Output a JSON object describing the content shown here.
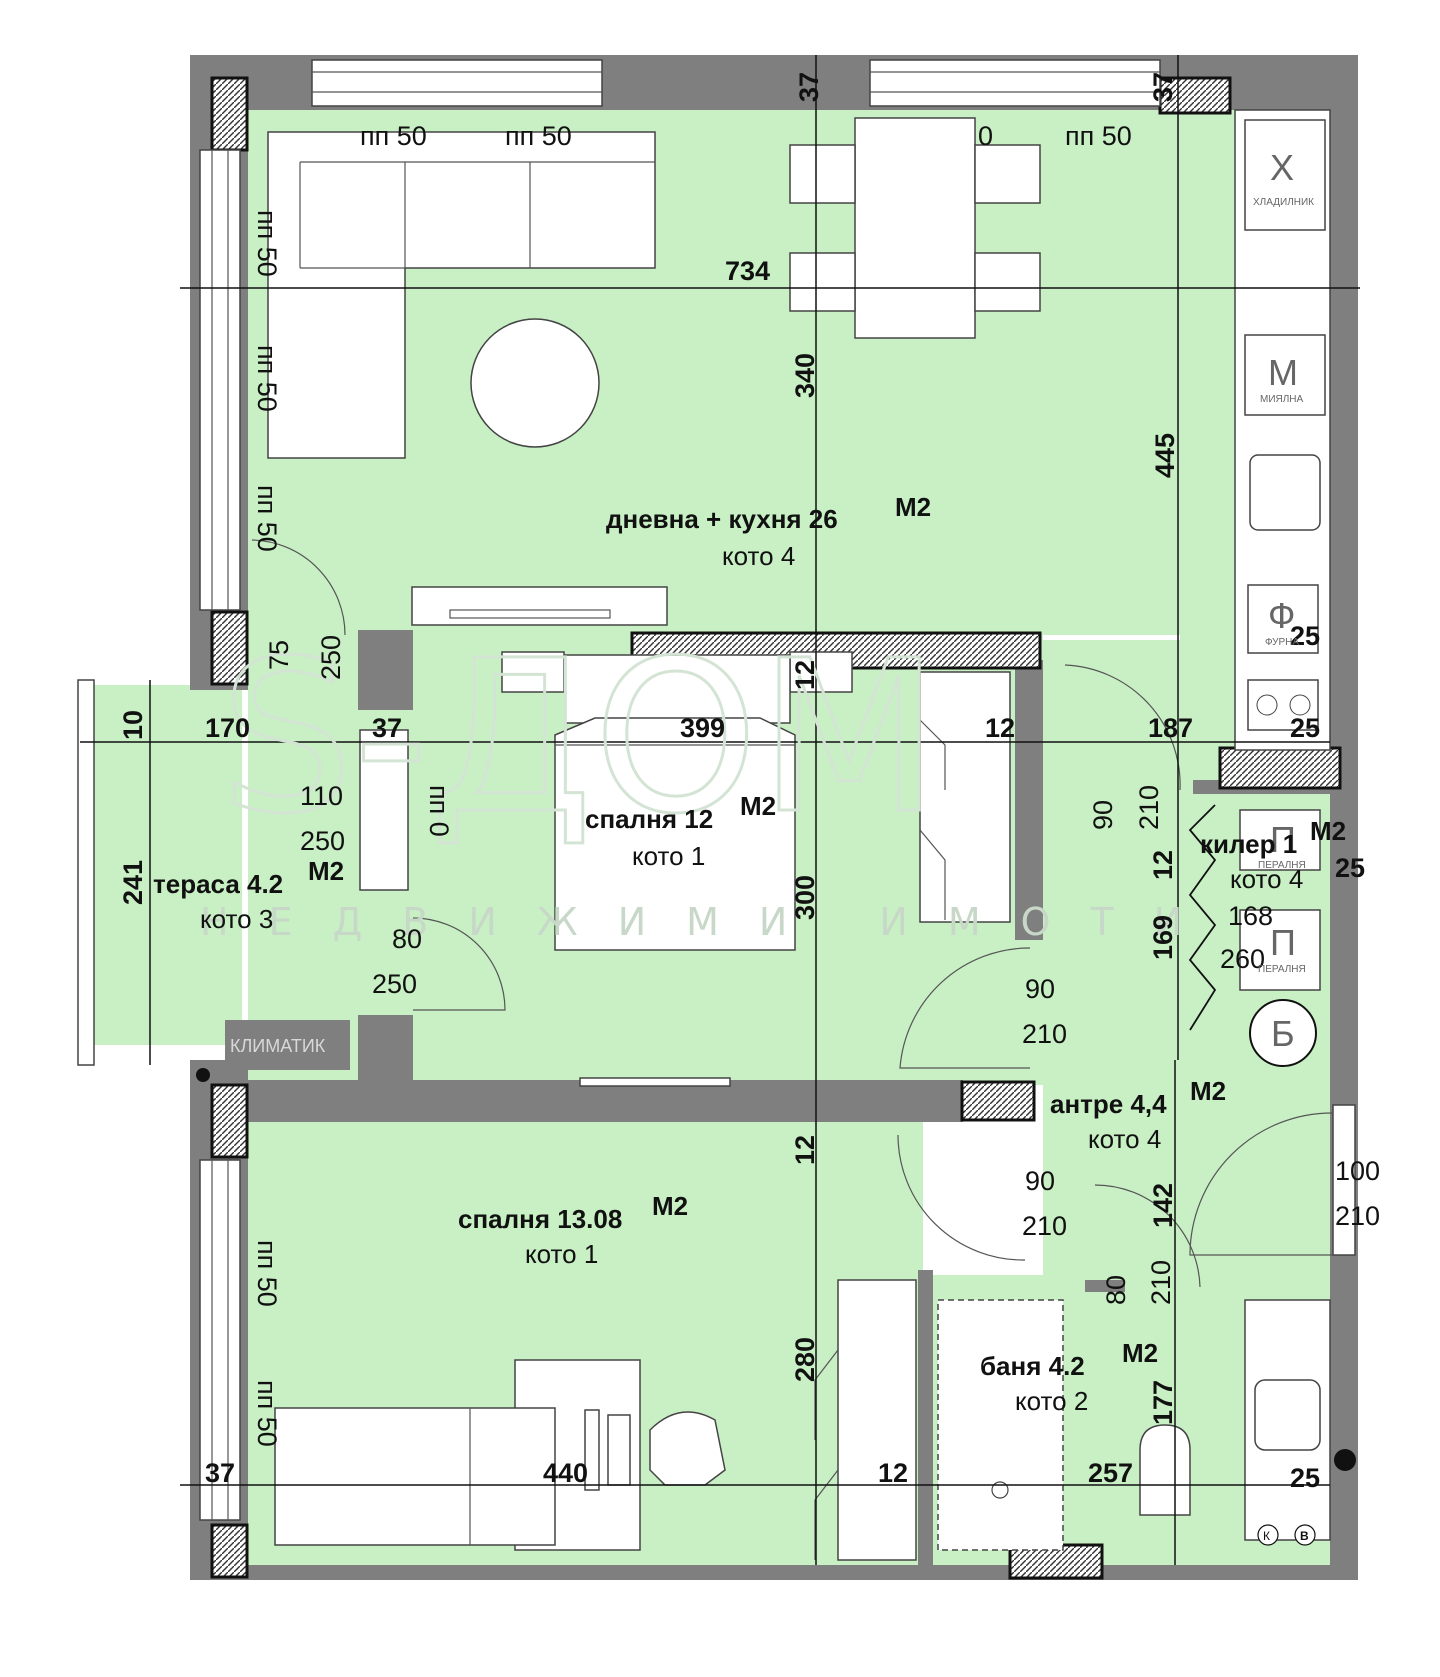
{
  "rooms": {
    "living": {
      "name": "дневна + кухня 26",
      "unit": "M2",
      "level": "кото 4"
    },
    "bedroom1": {
      "name": "спалня 12",
      "unit": "M2",
      "level": "кото 1"
    },
    "terrace": {
      "name": "тераса 4.2",
      "unit": "M2",
      "level": "кото 3"
    },
    "pantry": {
      "name": "килер 1",
      "unit": "M2",
      "level": "кото 4"
    },
    "hall": {
      "name": "антре 4,4",
      "unit": "M2",
      "level": "кото 4"
    },
    "bedroom2": {
      "name": "спалня 13.08",
      "unit": "M2",
      "level": "кото 1"
    },
    "bath": {
      "name": "баня 4.2",
      "unit": "M2",
      "level": "кото 2"
    }
  },
  "dimensions": {
    "top_wall_left": "37",
    "top_wall_right": "37",
    "living_width": "734",
    "living_depth": "340",
    "kitchen_depth": "445",
    "wall_mid_top": "12",
    "wall_25_a": "25",
    "wall_25_b": "25",
    "wall_25_c": "25",
    "wall_25_d": "25",
    "terrace_wall": "10",
    "terrace_width": "170",
    "wall_37_mid": "37",
    "bedroom1_width": "399",
    "wall_12_mid": "12",
    "hall_width": "187",
    "terrace_depth": "241",
    "bedroom1_depth": "300",
    "pantry_wall": "12",
    "pantry_depth": "169",
    "wall_12_lower": "12",
    "hall_depth": "142",
    "bedroom2_depth": "280",
    "bath_depth": "177",
    "wall_37_bottom": "37",
    "bedroom2_width": "440",
    "wall_12_bottom": "12",
    "bath_width": "257"
  },
  "openings": {
    "window_top_1": "пп 50",
    "window_top_2": "пп 50",
    "window_top_3": "0",
    "window_top_4": "пп 50",
    "window_left_1": "пп 50",
    "window_left_2": "пп 50",
    "window_left_3": "пп 50",
    "terrace_door_w": "75",
    "terrace_door_h": "250",
    "terrace_win_w": "110",
    "terrace_win_h": "250",
    "terrace_win_sill": "пп 0",
    "bedroom_door_w": "80",
    "bedroom_door_h": "250",
    "kitchen_door_w": "90",
    "kitchen_door_h": "210",
    "pantry_door_w": "168",
    "pantry_door_h": "260",
    "hall_door_w": "90",
    "hall_door_h": "210",
    "bedroom2_door_w": "90",
    "bedroom2_door_h": "210",
    "bath_door_w": "80",
    "bath_door_h": "210",
    "entry_door_w": "100",
    "entry_door_h": "210",
    "window_bed2_1": "пп 50",
    "window_bed2_2": "пп 50"
  },
  "appliances": {
    "fridge": "Х",
    "fridge_label": "ХЛАДИЛНИК",
    "dishwasher": "М",
    "dishwasher_label": "МИЯЛНА",
    "oven": "Ф",
    "oven_label": "ФУРНА",
    "washer": "П",
    "washer_label": "ПЕРАЛНЯ",
    "dryer": "П",
    "dryer_label": "ПЕРАЛНЯ",
    "boiler": "Б",
    "ac": "КЛИМАТИК",
    "tap_k": "К",
    "tap_b": "В"
  },
  "watermark": {
    "logo": "S-ДОМ",
    "subtitle": "НЕДВИЖИМИ ИМОТИ"
  },
  "colors": {
    "floor": "#c8f0c4",
    "wall": "#7f7f7f",
    "hatch": "#444444",
    "text": "#111111"
  }
}
